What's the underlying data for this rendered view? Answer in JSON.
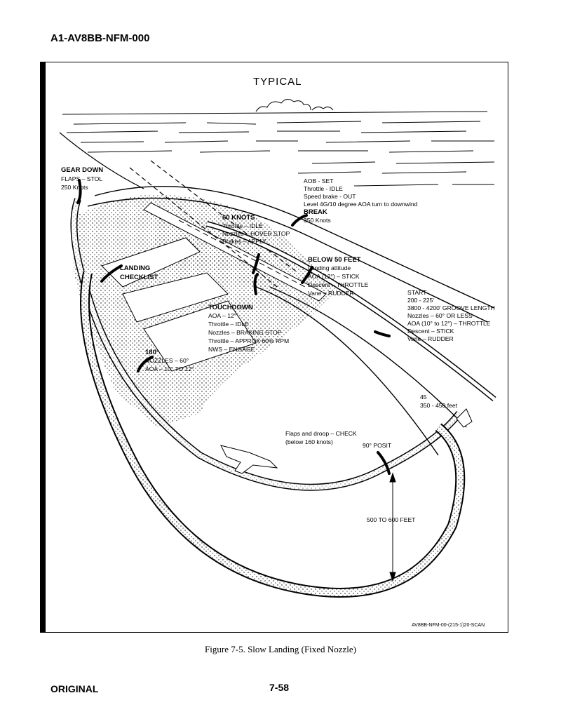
{
  "document": {
    "id": "A1-AV8BB-NFM-000",
    "figure_caption": "Figure 7-5.  Slow Landing (Fixed Nozzle)",
    "footer_left": "ORIGINAL",
    "page_number": "7-58"
  },
  "figure": {
    "title": "TYPICAL",
    "scan_id": "AV8BB-NFM-00-(215-1)20-SCAN",
    "gear_down": {
      "header": "GEAR DOWN",
      "lines": [
        "FLAPS – STOL",
        "250 Knots"
      ]
    },
    "break_block": {
      "lines": [
        "AOB - SET",
        "Throttle - IDLE",
        "Speed brake - OUT",
        "Level 4G/10 degree AOA turn to downwind"
      ],
      "header": "BREAK",
      "speed": "350 Knots"
    },
    "sixty_knots": {
      "header": "60 KNOTS",
      "lines": [
        "Throttle – IDLE",
        "Nozzles – HOVER STOP",
        "Brakes – APPLY"
      ]
    },
    "below_50": {
      "header": "BELOW 50 FEET",
      "lines": [
        "Landing attitude",
        "AOA (12°) – STICK",
        "Descent – THROTTLE",
        "Vane – RUDDER"
      ]
    },
    "landing_checklist": {
      "line1": "LANDING",
      "line2": "CHECKLIST"
    },
    "start_block": {
      "lines": [
        "START",
        "200 - 225'",
        "3800 - 4200' GROOVE LENGTH",
        "Nozzles – 60° OR LESS",
        "AOA (10° to 12°) – THROTTLE",
        "Descent – STICK",
        "Vane – RUDDER"
      ]
    },
    "touchdown": {
      "header": "TOUCHDOWN",
      "lines": [
        "AOA – 12°",
        "Throttle – IDLE",
        "Nozzles – BRAKING STOP",
        "Throttle – APPROX 60% RPM",
        "NWS – ENGAGE"
      ]
    },
    "one_eighty": {
      "header": "180°",
      "lines": [
        "NOZZLES – 60°",
        "AOA – 10° TO 12°"
      ]
    },
    "angle_block": {
      "lines": [
        "45",
        "350 - 450 feet"
      ]
    },
    "flaps_droop": {
      "lines": [
        "Flaps and droop – CHECK",
        "(below 160 knots)"
      ]
    },
    "ninety_posit": "90° POSIT",
    "altitude_label": "500 TO 600 FEET"
  }
}
